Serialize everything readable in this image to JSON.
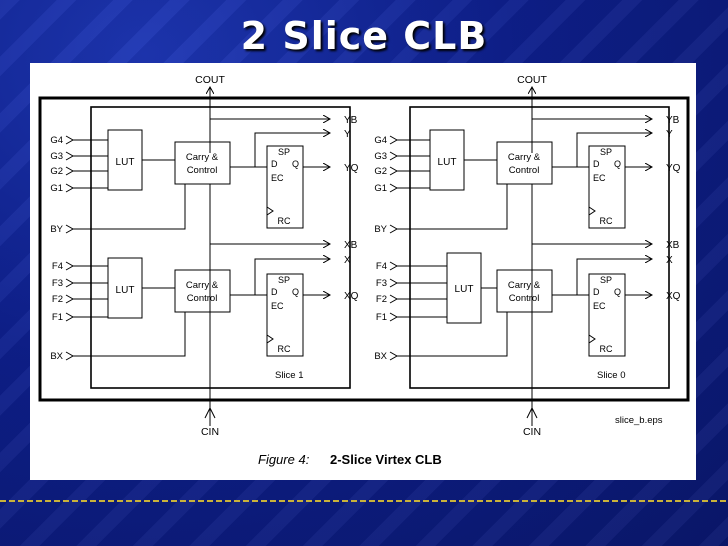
{
  "slide": {
    "title": "2 Slice CLB"
  },
  "figure": {
    "caption_prefix": "Figure 4:",
    "caption_text": "2-Slice Virtex CLB",
    "filename": "slice_b.eps"
  },
  "slices": [
    {
      "name": "Slice 1",
      "cout": "COUT",
      "cin": "CIN",
      "inputs_top": [
        "G4",
        "G3",
        "G2",
        "G1"
      ],
      "by": "BY",
      "inputs_bottom": [
        "F4",
        "F3",
        "F2",
        "F1"
      ],
      "bx": "BX",
      "lut": "LUT",
      "carry_line1": "Carry &",
      "carry_line2": "Control",
      "ff_sp": "SP",
      "ff_d": "D",
      "ff_q": "Q",
      "ff_ec": "EC",
      "ff_rc": "RC",
      "outputs_top": [
        "YB",
        "Y",
        "YQ"
      ],
      "outputs_bottom": [
        "XB",
        "X",
        "XQ"
      ]
    },
    {
      "name": "Slice 0",
      "cout": "COUT",
      "cin": "CIN",
      "inputs_top": [
        "G4",
        "G3",
        "G2",
        "G1"
      ],
      "by": "BY",
      "inputs_bottom": [
        "F4",
        "F3",
        "F2",
        "F1"
      ],
      "bx": "BX",
      "lut": "LUT",
      "carry_line1": "Carry &",
      "carry_line2": "Control",
      "ff_sp": "SP",
      "ff_d": "D",
      "ff_q": "Q",
      "ff_ec": "EC",
      "ff_rc": "RC",
      "outputs_top": [
        "YB",
        "Y",
        "YQ"
      ],
      "outputs_bottom": [
        "XB",
        "X",
        "XQ"
      ]
    }
  ]
}
